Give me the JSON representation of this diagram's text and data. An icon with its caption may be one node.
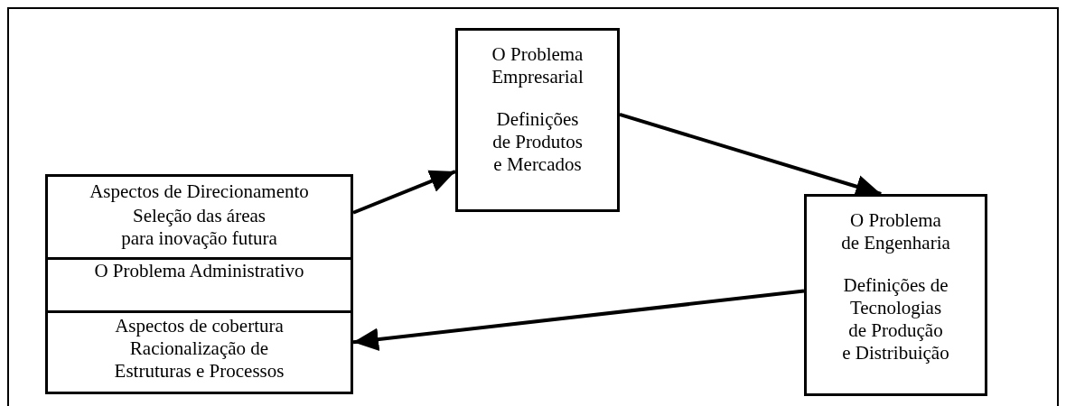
{
  "diagram": {
    "nodes": [
      {
        "text": [
          "Aspectos de Direcionamento",
          "Seleção das áreas para inovação futura"
        ]
      },
      {
        "text": [
          "O Problema Administrativo"
        ]
      },
      {
        "text": [
          "Aspectos de cobertura",
          "Racionalização de Estruturas e Processos"
        ]
      },
      {
        "text": [
          "O Problema Empresarial",
          "Definições de Produtos e Mercados"
        ]
      },
      {
        "text": [
          "O Problema de Engenharia",
          "Definições de Tecnologias de Produção e Distribuição"
        ]
      }
    ],
    "edges": [
      {
        "from": 0,
        "to": 3,
        "arrow": "to"
      },
      {
        "from": 3,
        "to": 4,
        "arrow": "to"
      },
      {
        "from": 4,
        "to": 2,
        "arrow": "to"
      }
    ]
  }
}
